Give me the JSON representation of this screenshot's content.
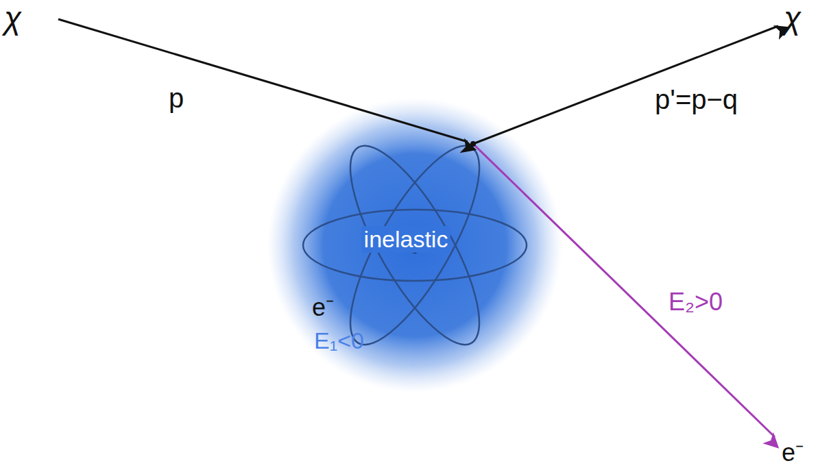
{
  "diagram": {
    "labels": [
      "χ",
      "p",
      "p'=p−q",
      "χ",
      "inelastic",
      "e⁻",
      "E₁<0",
      "E₂>0",
      "e⁻"
    ]
  }
}
